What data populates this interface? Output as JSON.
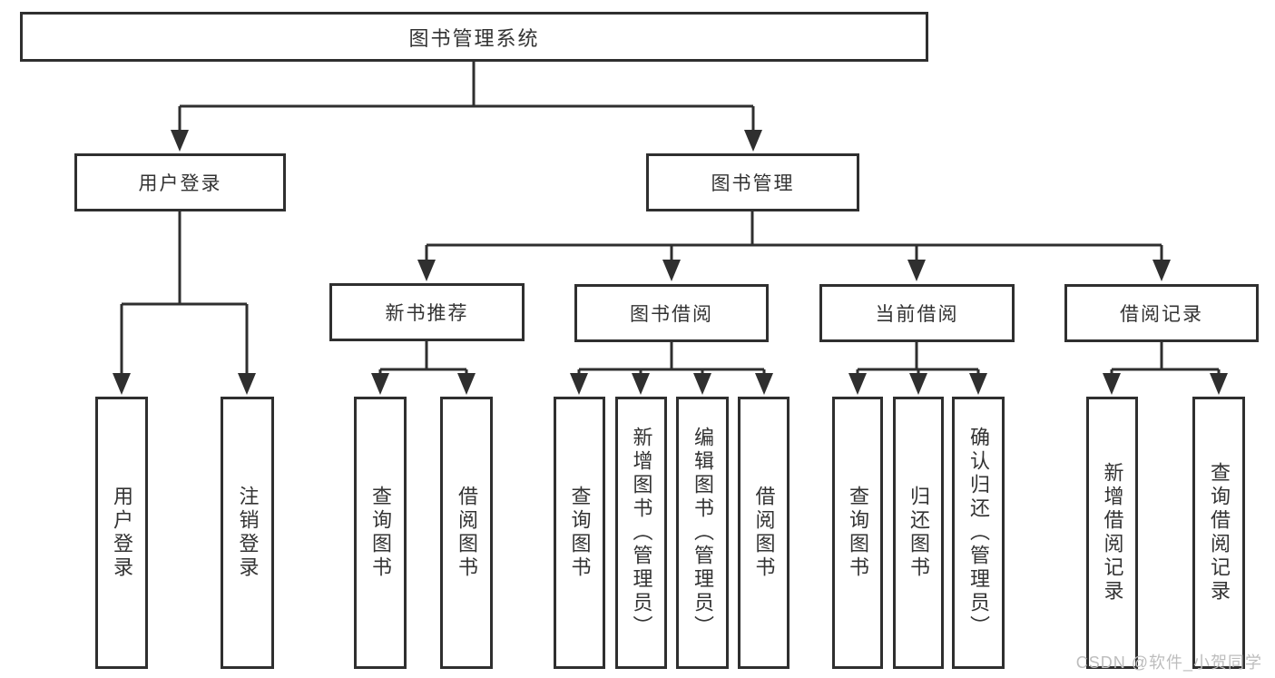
{
  "title": "图书管理系统",
  "level2": [
    {
      "label": "用户登录"
    },
    {
      "label": "图书管理"
    }
  ],
  "level3": [
    {
      "label": "新书推荐",
      "parent": "图书管理"
    },
    {
      "label": "图书借阅",
      "parent": "图书管理"
    },
    {
      "label": "当前借阅",
      "parent": "图书管理"
    },
    {
      "label": "借阅记录",
      "parent": "图书管理"
    }
  ],
  "leaves": [
    {
      "label": "用户登录",
      "parent": "用户登录"
    },
    {
      "label": "注销登录",
      "parent": "用户登录"
    },
    {
      "label": "查询图书",
      "parent": "新书推荐"
    },
    {
      "label": "借阅图书",
      "parent": "新书推荐"
    },
    {
      "label": "查询图书",
      "parent": "图书借阅"
    },
    {
      "label": "新增图书（管理员）",
      "parent": "图书借阅"
    },
    {
      "label": "编辑图书（管理员）",
      "parent": "图书借阅"
    },
    {
      "label": "借阅图书",
      "parent": "图书借阅"
    },
    {
      "label": "查询图书",
      "parent": "当前借阅"
    },
    {
      "label": "归还图书",
      "parent": "当前借阅"
    },
    {
      "label": "确认归还（管理员）",
      "parent": "当前借阅"
    },
    {
      "label": "新增借阅记录",
      "parent": "借阅记录"
    },
    {
      "label": "查询借阅记录",
      "parent": "借阅记录"
    }
  ],
  "watermark": "CSDN @软件_小贺同学",
  "colors": {
    "line": "#2f2f2f",
    "text": "#333333",
    "watermark": "#bdbdbd",
    "background": "#ffffff"
  }
}
